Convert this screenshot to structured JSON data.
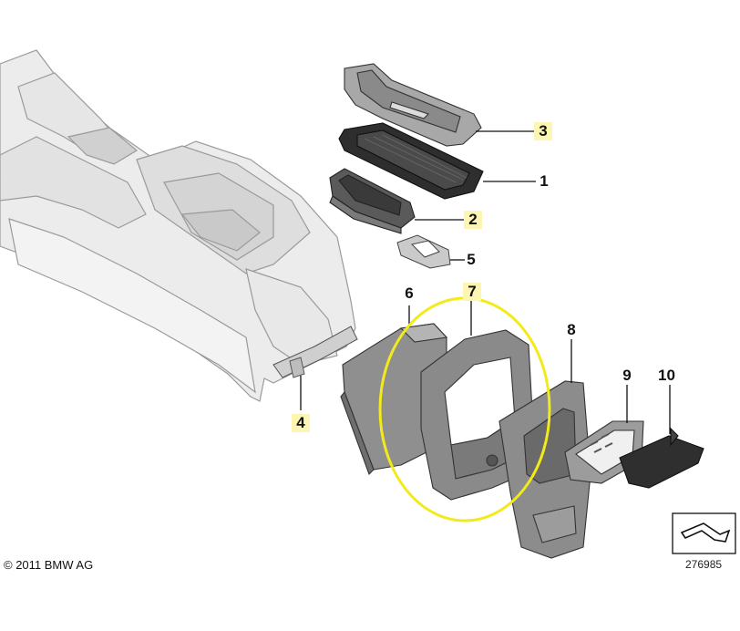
{
  "callouts": [
    {
      "id": "p3",
      "label": "3",
      "highlight": true
    },
    {
      "id": "p1",
      "label": "1",
      "highlight": false
    },
    {
      "id": "p2",
      "label": "2",
      "highlight": true
    },
    {
      "id": "p5",
      "label": "5",
      "highlight": false
    },
    {
      "id": "p6",
      "label": "6",
      "highlight": false
    },
    {
      "id": "p7",
      "label": "7",
      "highlight": true
    },
    {
      "id": "p8",
      "label": "8",
      "highlight": false
    },
    {
      "id": "p9",
      "label": "9",
      "highlight": false
    },
    {
      "id": "p10",
      "label": "10",
      "highlight": false
    },
    {
      "id": "p4",
      "label": "4",
      "highlight": true
    }
  ],
  "footer": {
    "copyright": "© 2011 BMW AG",
    "diagram_number": "276985"
  },
  "colors": {
    "highlight_circle": "#f2ea1a",
    "label_highlight": "#fdf6b3",
    "console_fill": "#ececec",
    "part_dark": "#3a3a3a",
    "part_mid": "#8e8e8e"
  }
}
